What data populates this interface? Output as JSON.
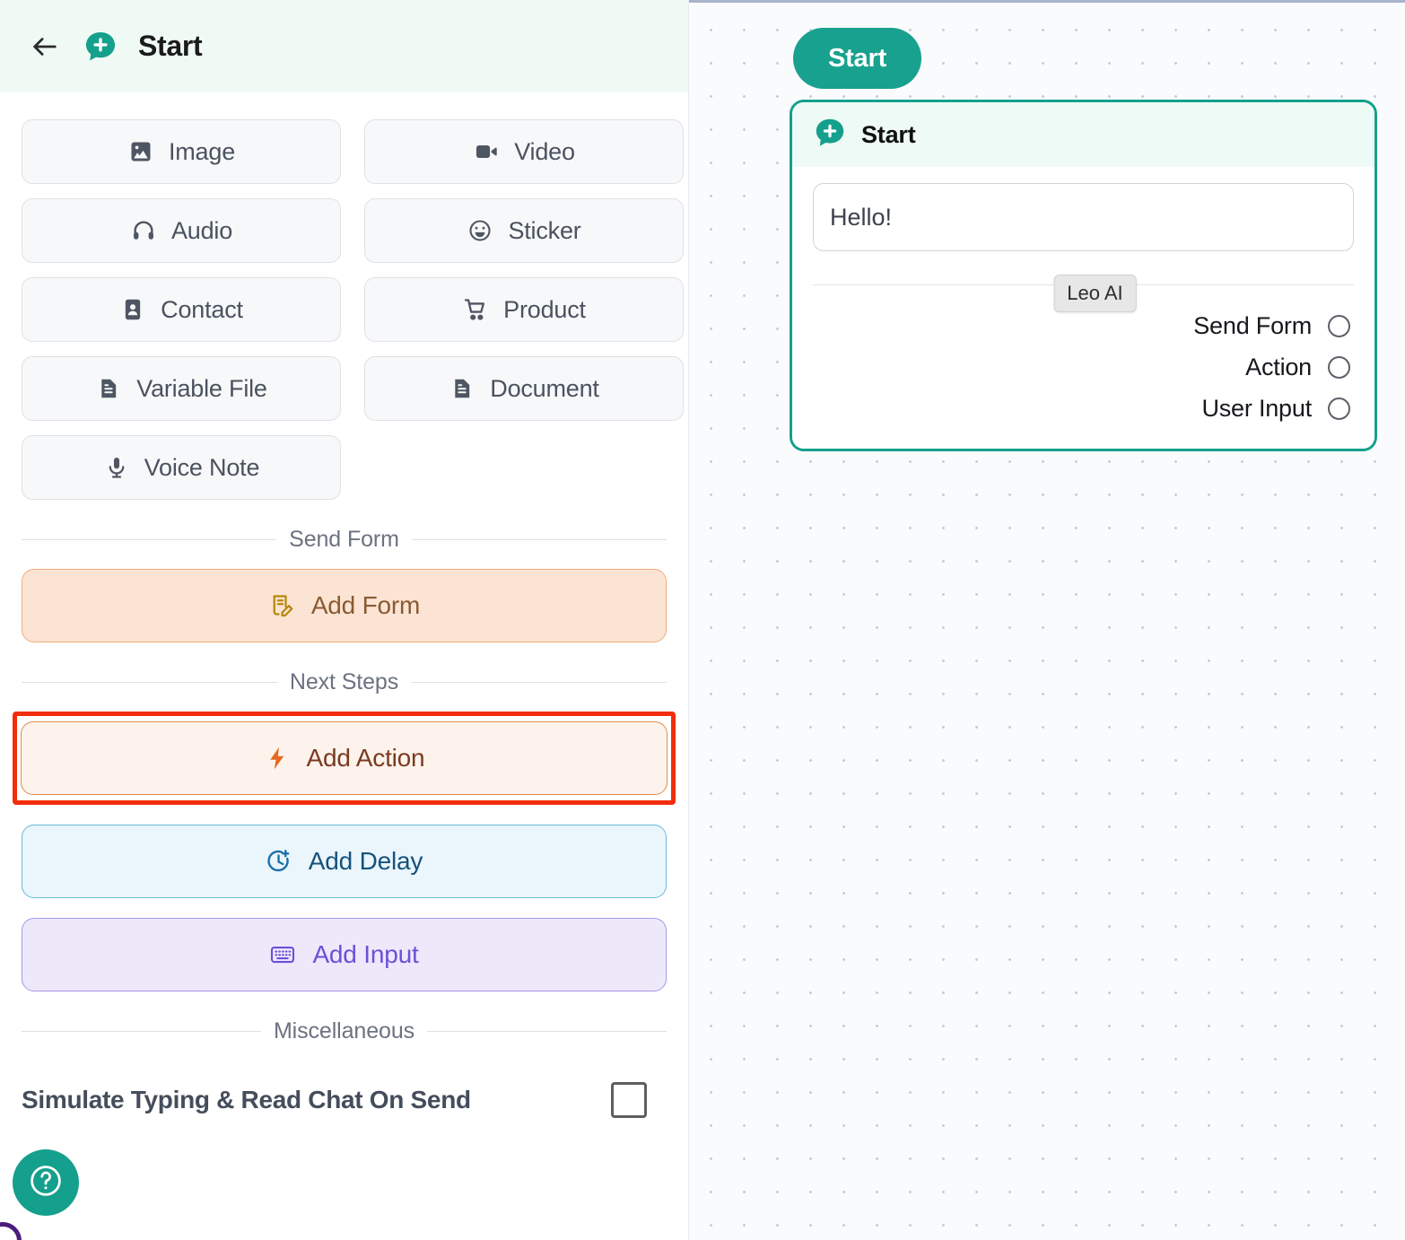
{
  "panel": {
    "header": {
      "back_icon": "arrow-left-icon",
      "brand_icon": "chat-bubble-plus-icon",
      "title": "Start"
    },
    "media_buttons": [
      {
        "label": "Image",
        "icon": "image-icon"
      },
      {
        "label": "Video",
        "icon": "video-camera-icon"
      },
      {
        "label": "Audio",
        "icon": "headphones-icon"
      },
      {
        "label": "Sticker",
        "icon": "smiley-sticker-icon"
      },
      {
        "label": "Contact",
        "icon": "contact-card-icon"
      },
      {
        "label": "Product",
        "icon": "shopping-cart-icon"
      },
      {
        "label": "Variable File",
        "icon": "document-icon"
      },
      {
        "label": "Document",
        "icon": "document-icon"
      },
      {
        "label": "Voice Note",
        "icon": "microphone-icon"
      }
    ],
    "sections": {
      "send_form": "Send Form",
      "next_steps": "Next Steps",
      "miscellaneous": "Miscellaneous"
    },
    "add_form": {
      "label": "Add Form",
      "icon": "form-edit-icon"
    },
    "add_action": {
      "label": "Add Action",
      "icon": "lightning-bolt-icon"
    },
    "add_delay": {
      "label": "Add Delay",
      "icon": "clock-plus-icon"
    },
    "add_input": {
      "label": "Add Input",
      "icon": "keyboard-icon"
    },
    "simulate_typing": {
      "label": "Simulate Typing & Read Chat On Send",
      "checked": false
    },
    "help_button": {
      "icon": "question-circle-icon"
    }
  },
  "canvas": {
    "start_pill": {
      "label": "Start"
    },
    "node": {
      "icon": "chat-bubble-plus-icon",
      "title": "Start",
      "message": "Hello!",
      "chip": "Leo AI",
      "outputs": [
        {
          "label": "Send Form",
          "handle": "connection-handle"
        },
        {
          "label": "Action",
          "handle": "connection-handle"
        },
        {
          "label": "User Input",
          "handle": "connection-handle"
        }
      ]
    }
  },
  "colors": {
    "brand_teal": "#14a08c",
    "highlight_red": "#f22d0c",
    "form_orange": "#f0ad7a",
    "delay_blue": "#6cb8dd",
    "input_purple": "#a796ea"
  }
}
